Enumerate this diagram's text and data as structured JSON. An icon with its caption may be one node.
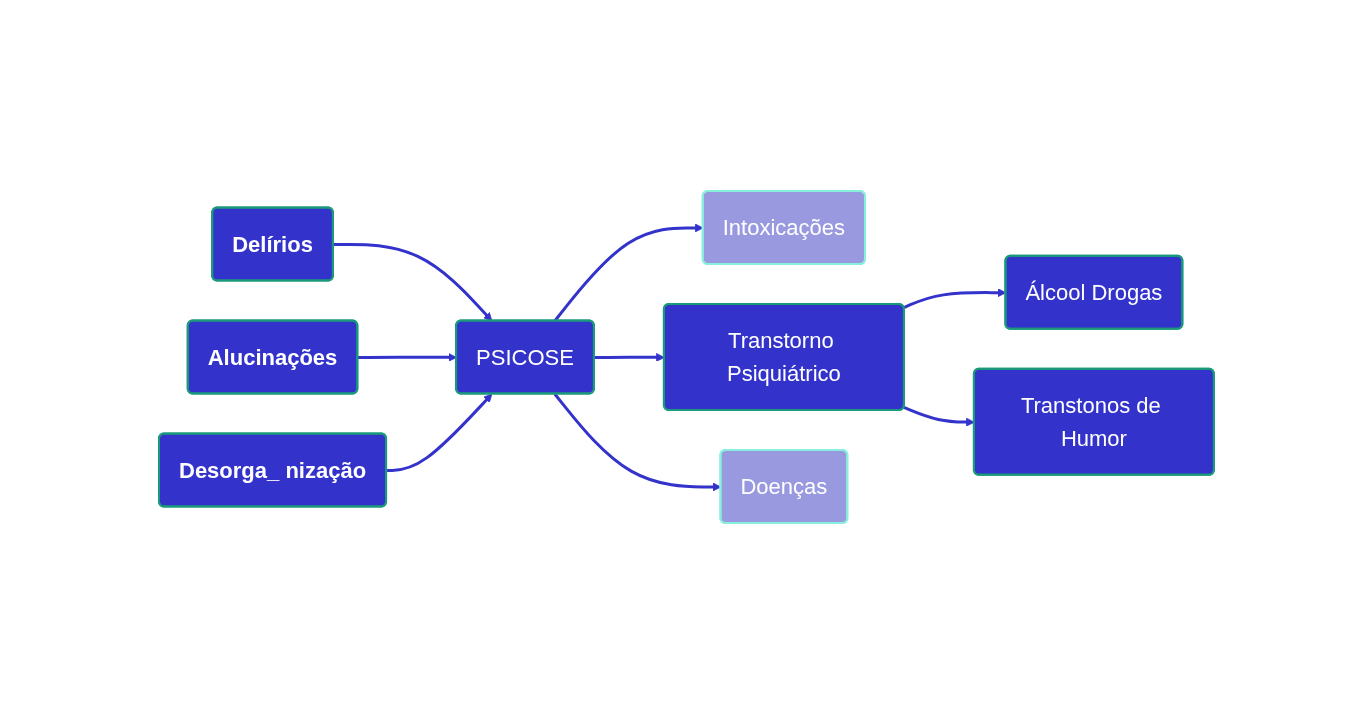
{
  "diagram": {
    "nodes": [
      {
        "text": [
          "Delírios"
        ]
      },
      {
        "text": [
          "Alucinações"
        ]
      },
      {
        "text": [
          "Desorga_ nização"
        ]
      },
      {
        "text": [
          "PSICOSE"
        ]
      },
      {
        "text": [
          "Intoxicações"
        ]
      },
      {
        "text": [
          "Transtorno Psiquiátrico"
        ]
      },
      {
        "text": [
          "Doenças"
        ]
      },
      {
        "text": [
          "Álcool Drogas"
        ]
      },
      {
        "text": [
          "Transtonos de Humor"
        ]
      }
    ],
    "edges": [
      {
        "from": 0,
        "to": 3,
        "arrow": "to"
      },
      {
        "from": 1,
        "to": 3,
        "arrow": "to"
      },
      {
        "from": 2,
        "to": 3,
        "arrow": "to"
      },
      {
        "from": 3,
        "to": 4,
        "arrow": "to"
      },
      {
        "from": 3,
        "to": 5,
        "arrow": "to"
      },
      {
        "from": 3,
        "to": 6,
        "arrow": "to"
      },
      {
        "from": 5,
        "to": 7,
        "arrow": "to"
      },
      {
        "from": 5,
        "to": 8,
        "arrow": "to"
      }
    ]
  }
}
